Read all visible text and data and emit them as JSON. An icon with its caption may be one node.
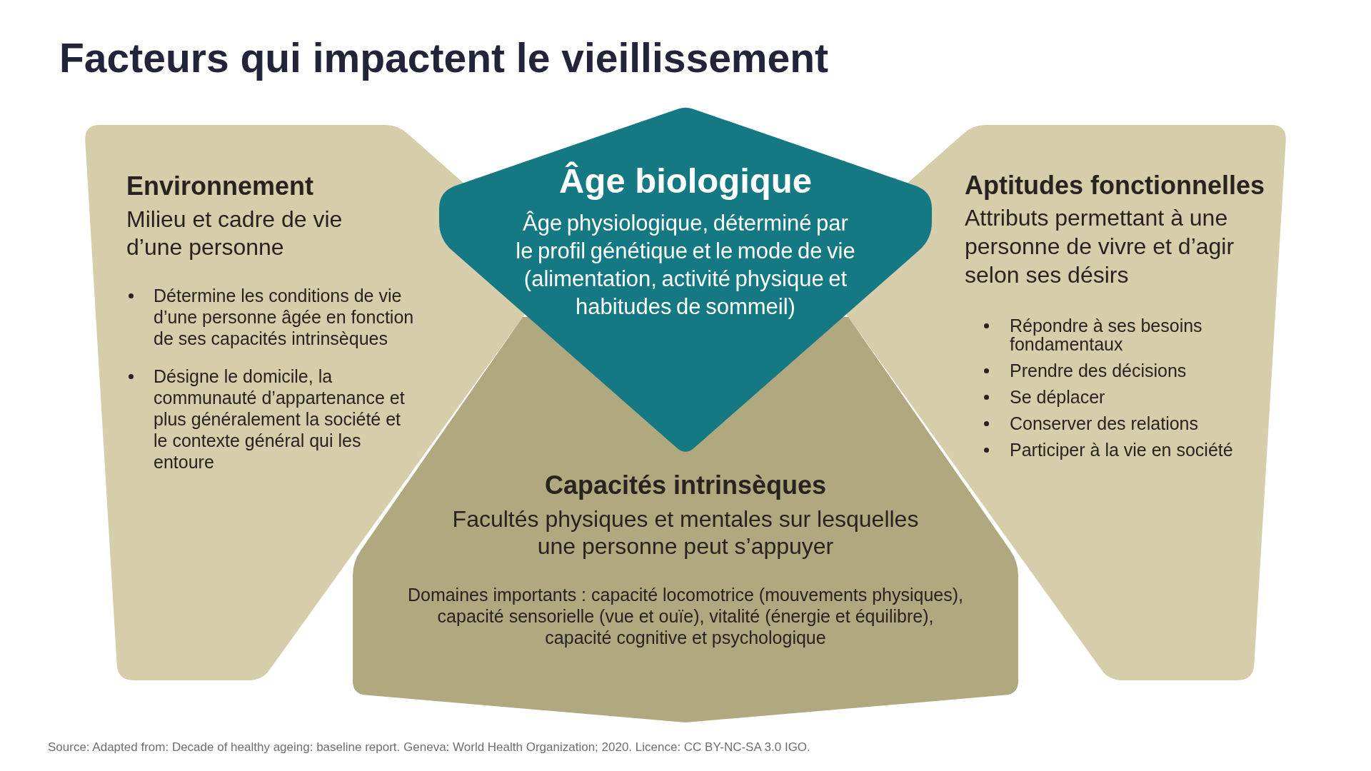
{
  "diagram": {
    "title": "Facteurs qui impactent le vieillissement",
    "nodes": [
      {
        "text": [
          "Environnement",
          "Milieu et cadre de vie d’une personne",
          "Détermine les conditions de vie d’une personne âgée en fonction de ses capacités intrinsèques",
          "Désigne le domicile, la communauté d’appartenance et plus généralement la société et le contexte général qui les entoure"
        ]
      },
      {
        "text": [
          "Âge biologique",
          "Âge physiologique, déterminé par le profil génétique et le mode de vie (alimentation, activité physique et habitudes de sommeil)"
        ]
      },
      {
        "text": [
          "Aptitudes fonctionnelles",
          "Attributs permettant à une personne de vivre et d’agir selon ses désirs",
          "Répondre à ses besoins fondamentaux",
          "Prendre des décisions",
          "Se déplacer",
          "Conserver des relations",
          "Participer à la vie en société"
        ]
      },
      {
        "text": [
          "Capacités intrinsèques",
          "Facultés physiques et mentales sur lesquelles une personne peut s’appuyer",
          "Domaines importants : capacité locomotrice (mouvements physiques), capacité sensorielle (vue et ouïe), vitalité (énergie et équilibre), capacité cognitive et psychologique"
        ]
      }
    ],
    "caption": "Source: Adapted from: Decade of healthy ageing: baseline report. Geneva: World Health Organization; 2020. Licence: CC BY-NC-SA 3.0 IGO."
  }
}
